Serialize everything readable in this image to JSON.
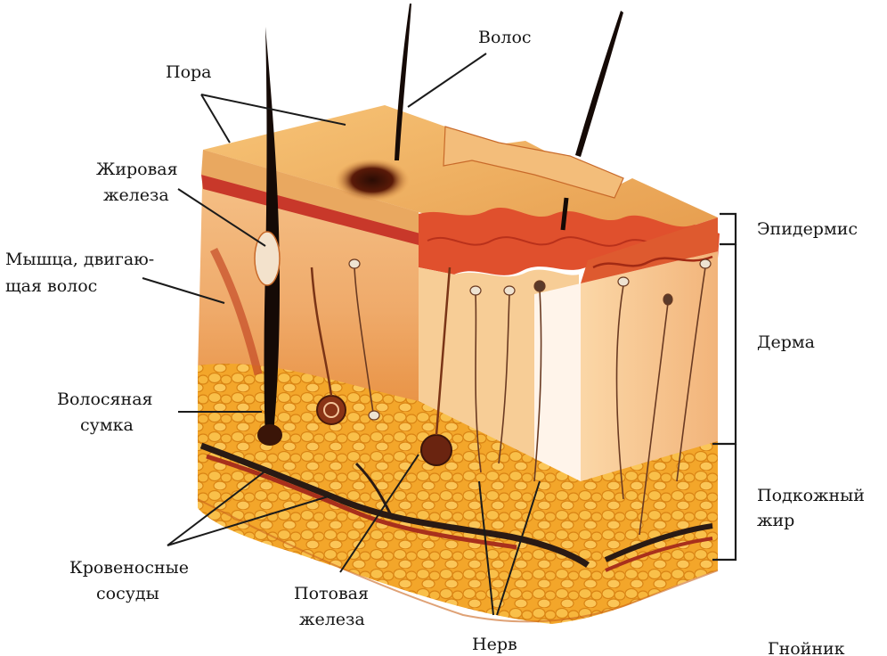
{
  "diagram": {
    "labels": {
      "pore": "Пора",
      "hair": "Волос",
      "sebaceous_line1": "Жировая",
      "sebaceous_line2": "железа",
      "muscle_line1": "Мышца, двигаю-",
      "muscle_line2": "щая волос",
      "follicle_line1": "Волосяная",
      "follicle_line2": "сумка",
      "vessels_line1": "Кровеносные",
      "vessels_line2": "сосуды",
      "sweat_line1": "Потовая",
      "sweat_line2": "железа",
      "nerve": "Нерв",
      "epidermis": "Эпидермис",
      "dermis": "Дерма",
      "fat_line1": "Подкожный",
      "fat_line2": "жир",
      "abscess": "Гнойник"
    },
    "colors": {
      "epidermis_top": "#f0b05a",
      "dermis": "#f1b67a",
      "dermis_front": "#f7c58e",
      "red_layer": "#d9452b",
      "fat": "#f0a028",
      "fat_dark": "#d97a18",
      "hair": "#1a0e08",
      "vessel_dark": "#2a1a14"
    }
  }
}
